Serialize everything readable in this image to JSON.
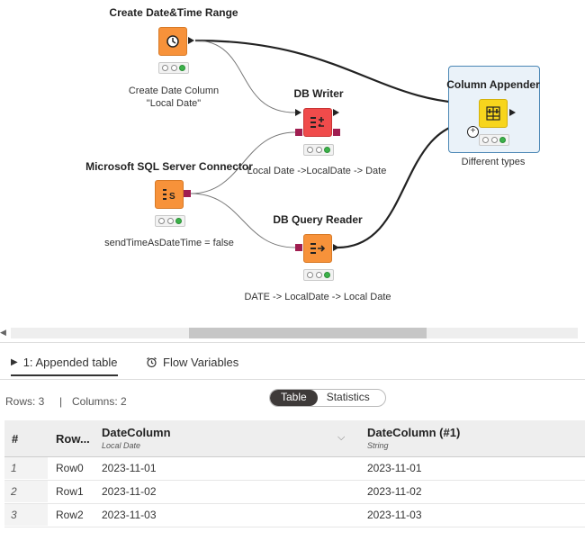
{
  "nodes": {
    "date_range": {
      "title": "Create Date&Time Range",
      "note": "Create Date Column\n\"Local Date\""
    },
    "db_writer": {
      "title": "DB Writer",
      "note": "Local Date ->LocalDate -> Date"
    },
    "sql_connector": {
      "title": "Microsoft SQL Server Connector",
      "note": "sendTimeAsDateTime = false",
      "icon_letter": "S"
    },
    "db_query_reader": {
      "title": "DB Query Reader",
      "note": "DATE -> LocalDate -> Local Date"
    },
    "column_appender": {
      "title": "Column Appender",
      "note": "Different types"
    }
  },
  "tabs": [
    {
      "label": "1: Appended table",
      "icon": "play-icon"
    },
    {
      "label": "Flow Variables",
      "icon": "alarm-clock-icon"
    }
  ],
  "summary": {
    "rows": "Rows: 3",
    "separator": "|",
    "columns": "Columns: 2"
  },
  "view_toggle": {
    "table": "Table",
    "statistics": "Statistics"
  },
  "table": {
    "headers": {
      "index": "#",
      "rowid": "Row...",
      "col1": {
        "name": "DateColumn",
        "type": "Local Date"
      },
      "col2": {
        "name": "DateColumn (#1)",
        "type": "String"
      }
    },
    "rows": [
      {
        "idx": "1",
        "rowid": "Row0",
        "c1": "2023-11-01",
        "c2": "2023-11-01"
      },
      {
        "idx": "2",
        "rowid": "Row1",
        "c1": "2023-11-02",
        "c2": "2023-11-02"
      },
      {
        "idx": "3",
        "rowid": "Row2",
        "c1": "2023-11-03",
        "c2": "2023-11-03"
      }
    ]
  },
  "colors": {
    "orange_node": "#f7923a",
    "red_node": "#f04b4b",
    "yellow_node": "#f7d51d",
    "db_port": "#a01e51",
    "status_green": "#3cb24a"
  }
}
